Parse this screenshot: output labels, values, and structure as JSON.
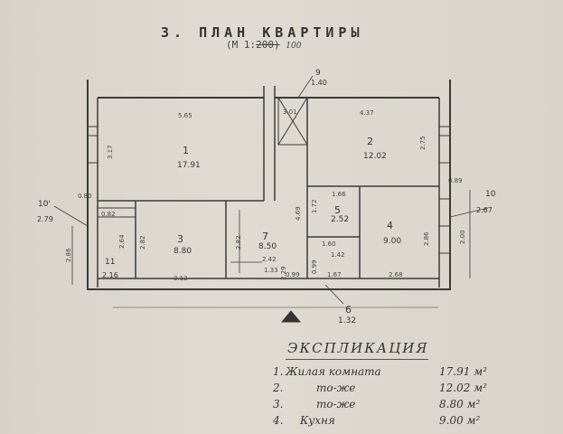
{
  "document": {
    "title": "3. ПЛАН КВАРТИРЫ",
    "scale_prefix": "(М 1:",
    "scale_old": "200)",
    "scale_new": "100"
  },
  "rooms": [
    {
      "number": "1",
      "area": "17.91"
    },
    {
      "number": "2",
      "area": "12.02"
    },
    {
      "number": "3",
      "area": "8.80"
    },
    {
      "number": "4",
      "area": "9.00"
    },
    {
      "number": "5",
      "area": "2.52"
    },
    {
      "number": "7",
      "area": "8.50"
    },
    {
      "number": "6",
      "area": "1.32"
    },
    {
      "number": "9",
      "area": "1.40"
    },
    {
      "number": "10",
      "area": "2.67"
    },
    {
      "number": "10'",
      "area": "2.79"
    },
    {
      "number": "11",
      "area": "2.16"
    }
  ],
  "dimensions": {
    "room1_width": "5.65",
    "room1_height": "3.17",
    "room2_width": "4.37",
    "room2_height": "2.75",
    "shaft_a": "3.01",
    "corr_a": "0.80",
    "corr_b": "0.82",
    "corr_c": "4.69",
    "room3_h1": "2.64",
    "room3_h2": "2.82",
    "room3_w": "3.12",
    "room7_h": "2.82",
    "room7_w": "2.42",
    "room7_w2": "1.33",
    "bath_w": "1.66",
    "bath_h": "1.72",
    "wc_w": "1.60",
    "wc_w2": "1.42",
    "wc_h": "0.99",
    "k_w1": "1.67",
    "k_w2": "2.68",
    "k_h": "2.86",
    "shaft_b": "0.89",
    "left_h": "2.86",
    "bottom_a": "0.99",
    "bottom_b": "2.29",
    "room10_h": "2.00"
  },
  "legend": {
    "title": "ЭКСПЛИКАЦИЯ",
    "rows": [
      {
        "num": "1.",
        "name": "Жилая комната",
        "area": "17.91 м²"
      },
      {
        "num": "2.",
        "name": "то-же",
        "area": "12.02 м²"
      },
      {
        "num": "3.",
        "name": "то-же",
        "area": "8.80 м²"
      },
      {
        "num": "4.",
        "name": "Кухня",
        "area": "9.00 м²"
      }
    ]
  }
}
